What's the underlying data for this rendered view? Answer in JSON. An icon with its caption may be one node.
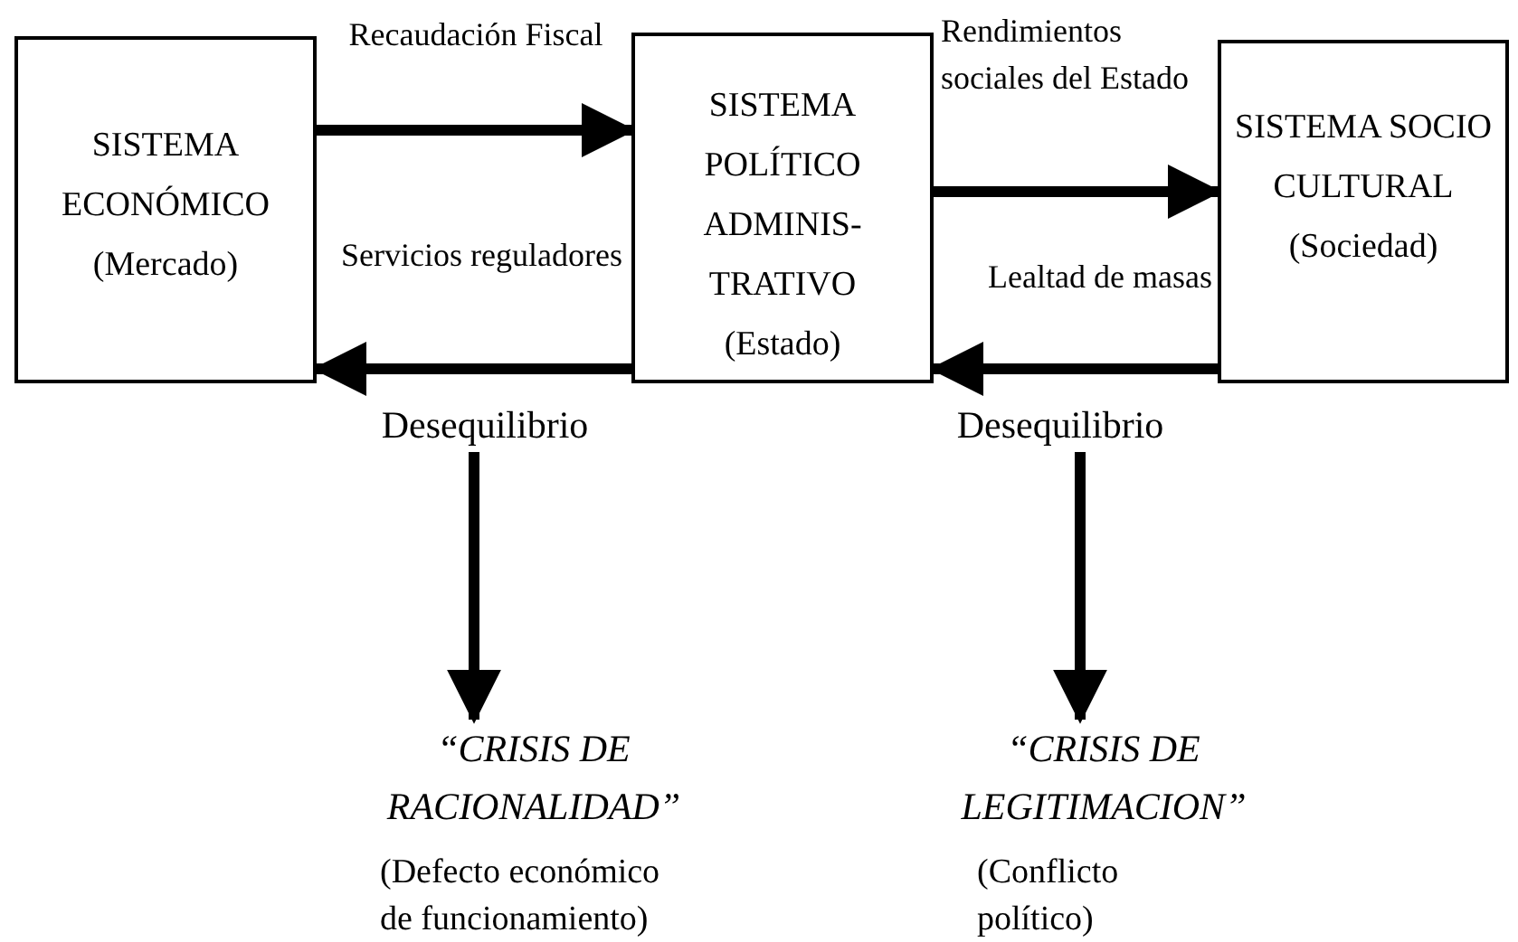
{
  "diagram": {
    "nodes": [
      {
        "text": [
          "SISTEMA ECONÓMICO",
          "(Mercado)"
        ]
      },
      {
        "text": [
          "SISTEMA POLÍTICO ADMINIS- TRATIVO",
          "(Estado)"
        ]
      },
      {
        "text": [
          "SISTEMA SOCIO CULTURAL",
          "(Sociedad)"
        ]
      },
      {
        "text": [
          "Desequilibrio"
        ]
      },
      {
        "text": [
          "Desequilibrio"
        ]
      },
      {
        "text": [
          "“CRISIS DE RACIONALIDAD”",
          "(Defecto económico de funcionamiento)"
        ]
      },
      {
        "text": [
          "“CRISIS DE LEGITIMACION”",
          "(Conflicto político)"
        ]
      }
    ],
    "edges": [
      {
        "from": 0,
        "to": 1,
        "arrow": "to",
        "label": "Recaudación Fiscal"
      },
      {
        "from": 1,
        "to": 2,
        "arrow": "to",
        "label": "Rendimientos sociales del Estado"
      },
      {
        "from": 1,
        "to": 0,
        "arrow": "to",
        "label": "Servicios reguladores"
      },
      {
        "from": 2,
        "to": 1,
        "arrow": "to",
        "label": "Lealtad de masas"
      },
      {
        "from": 3,
        "to": 5,
        "arrow": "to"
      },
      {
        "from": 4,
        "to": 6,
        "arrow": "to"
      }
    ]
  }
}
